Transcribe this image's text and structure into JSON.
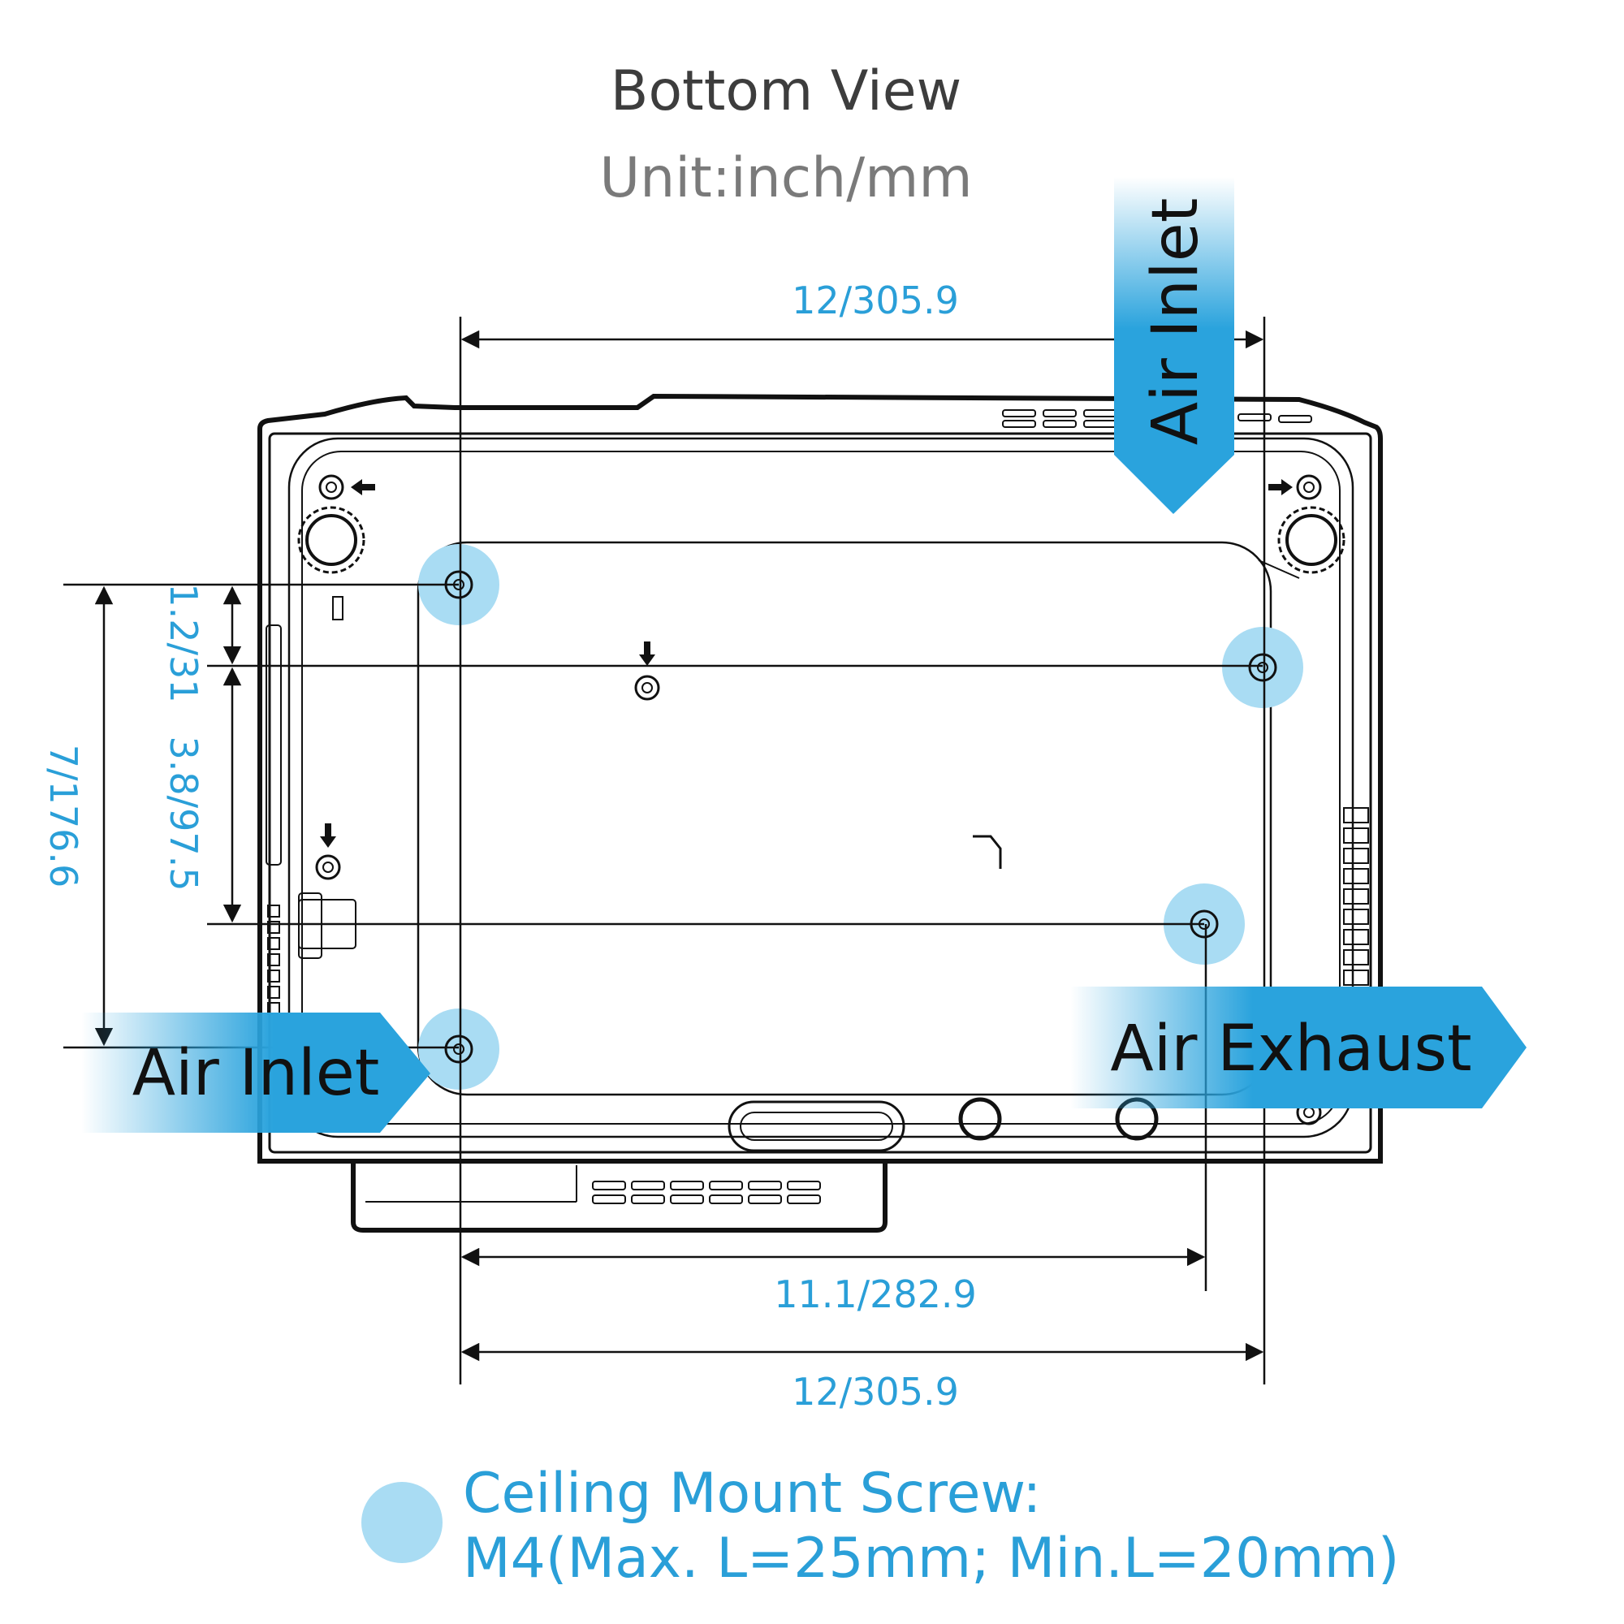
{
  "header": {
    "title": "Bottom View",
    "unit": "Unit:inch/mm"
  },
  "dimensions": {
    "top_width": "12/305.9",
    "bottom_inner_width": "11.1/282.9",
    "bottom_width": "12/305.9",
    "depth_total": "7/176.6",
    "hole_offset": "1.2/31",
    "hole_spacing": "3.8/97.5"
  },
  "airflow": {
    "inlet_top": "Air Inlet",
    "inlet_left": "Air Inlet",
    "exhaust_right": "Air Exhaust"
  },
  "legend": {
    "line1": "Ceiling Mount Screw:",
    "line2": "M4(Max. L=25mm; Min.L=20mm)"
  },
  "colors": {
    "accent": "#2a9fd8",
    "mount_dot": "#a9dcf3",
    "outline": "#111111"
  }
}
